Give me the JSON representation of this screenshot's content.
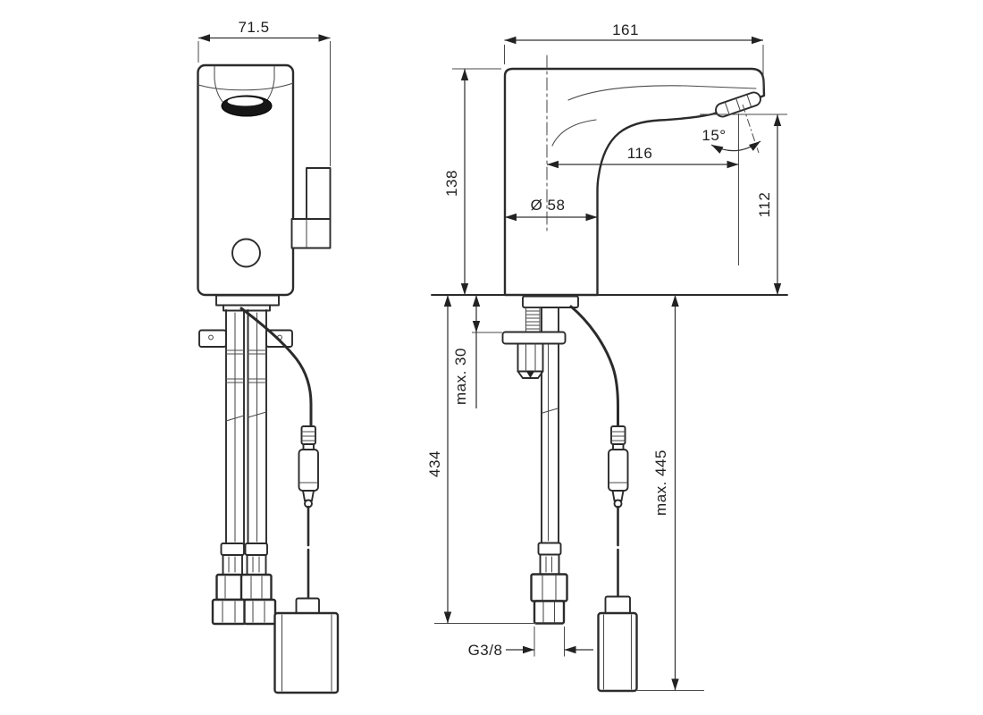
{
  "page": {
    "background": "#ffffff"
  },
  "drawing": {
    "line_color": "#2b2b2b",
    "dimension_color": "#333333",
    "views": {
      "front": {
        "name": "front-view"
      },
      "side": {
        "name": "side-view"
      }
    },
    "dimensions": {
      "front_total_width": "71.5",
      "side_total_depth": "161",
      "height_above_deck": "138",
      "body_diameter": "Ø 58",
      "spout_reach": "116",
      "outlet_angle": "15°",
      "outlet_height": "112",
      "max_deck_thickness": "max. 30",
      "supply_hose_length": "434",
      "connection_thread": "G3/8",
      "max_cable_length": "max. 445"
    }
  }
}
